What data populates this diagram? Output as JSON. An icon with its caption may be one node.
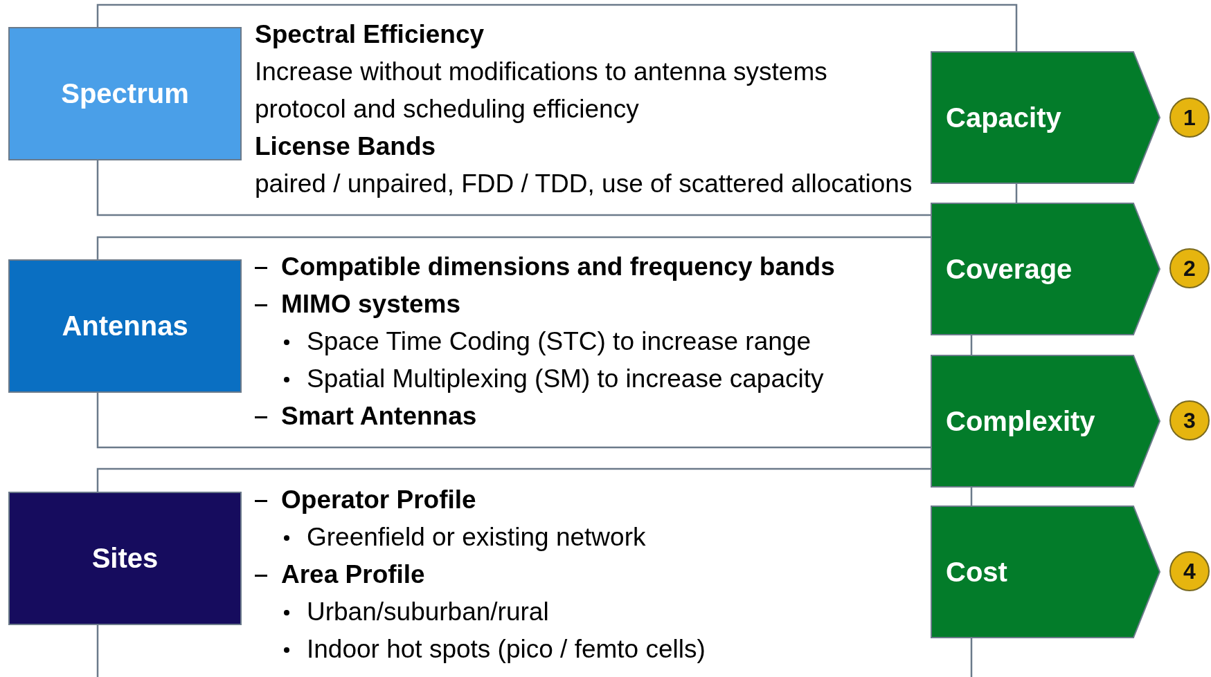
{
  "diagram": {
    "nodes": [
      {
        "text": [
          "Spectral Efficiency",
          "Increase without modifications to antenna systems",
          "protocol and scheduling efficiency",
          "License Bands",
          "paired / unpaired, FDD / TDD, use of scattered allocations"
        ]
      },
      {
        "text": [
          "Spectrum"
        ]
      },
      {
        "text": [
          "Compatible dimensions and frequency bands",
          "MIMO systems",
          "Space Time Coding (STC) to increase range",
          "Spatial Multiplexing (SM) to increase capacity",
          "Smart Antennas"
        ]
      },
      {
        "text": [
          "Antennas"
        ]
      },
      {
        "text": [
          "Operator Profile",
          "Greenfield or existing network",
          "Area Profile",
          "Urban/suburban/rural",
          "Indoor hot spots (pico / femto cells)"
        ]
      },
      {
        "text": [
          "Sites"
        ]
      },
      {
        "text": [
          "Capacity"
        ]
      },
      {
        "text": [
          "1"
        ]
      },
      {
        "text": [
          "Coverage"
        ]
      },
      {
        "text": [
          "2"
        ]
      },
      {
        "text": [
          "Complexity"
        ]
      },
      {
        "text": [
          "3"
        ]
      },
      {
        "text": [
          "Cost"
        ]
      },
      {
        "text": [
          "4"
        ]
      }
    ],
    "edges": [
      {
        "from": 6,
        "to": 8,
        "arrow": "none"
      },
      {
        "from": 8,
        "to": 10,
        "arrow": "none"
      },
      {
        "from": 10,
        "to": 12,
        "arrow": "none"
      },
      {
        "from": 12,
        "to": null,
        "arrow": "none"
      }
    ]
  }
}
